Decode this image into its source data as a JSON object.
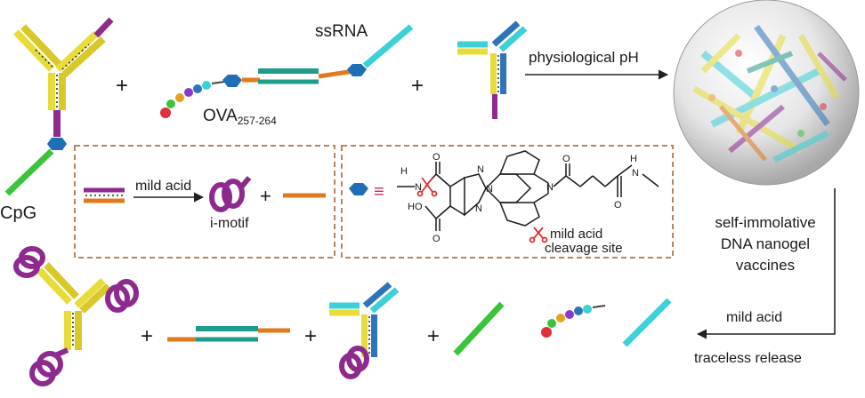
{
  "labels": {
    "ssrna": "ssRNA",
    "ova_main": "OVA",
    "ova_sub": "257-264",
    "physiological_ph": "physiological pH",
    "cpg": "CpG",
    "mild_acid_box": "mild acid",
    "i_motif": "i-motif",
    "equiv": "≡",
    "cleavage_line1": "mild acid",
    "cleavage_line2": "cleavage site",
    "nanogel_line1": "self-immolative",
    "nanogel_line2": "DNA nanogel",
    "nanogel_line3": "vaccines",
    "mild_acid_bottom": "mild acid",
    "traceless_release": "traceless release",
    "plus": "+"
  },
  "chem_labels": {
    "h_top_left": "H",
    "n_top_left": "N",
    "o_top_left": "O",
    "ho_left": "HO",
    "o_bottom_left": "O",
    "n_triazole_1": "N",
    "n_triazole_2": "N",
    "n_triazole_3": "N",
    "n_ring": "N",
    "o_amide": "O",
    "o_right": "O",
    "h_right": "H",
    "n_right": "N"
  },
  "colors": {
    "yellow": "#e8dc3a",
    "purple": "#8e2a8e",
    "green": "#3bc43b",
    "cyan": "#3cd0d8",
    "blue": "#2e74b8",
    "teal": "#1f9c8c",
    "orange": "#e07a1c",
    "octagon": "#1f6fb8",
    "dash_border": "#b8845a",
    "scissors": "#e03030"
  }
}
